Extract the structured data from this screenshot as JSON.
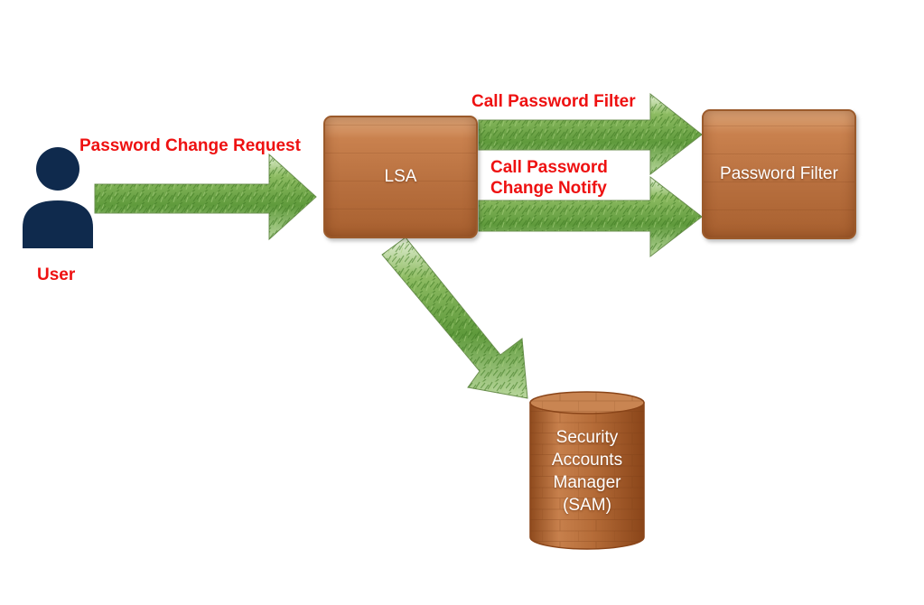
{
  "colors": {
    "label_red": "#ee1111",
    "user_icon": "#0f2a4d",
    "box_brown": "#b8703f",
    "arrow_green": "#6fa04a"
  },
  "icons": {
    "user": "user-icon"
  },
  "labels": {
    "user": "User",
    "password_change_request": "Password Change Request",
    "call_password_filter": "Call Password Filter",
    "call_password_change_notify_line1": "Call Password",
    "call_password_change_notify_line2": "Change Notify"
  },
  "nodes": {
    "lsa": "LSA",
    "password_filter": "Password Filter",
    "sam": [
      "Security",
      "Accounts",
      "Manager",
      "(SAM)"
    ]
  }
}
